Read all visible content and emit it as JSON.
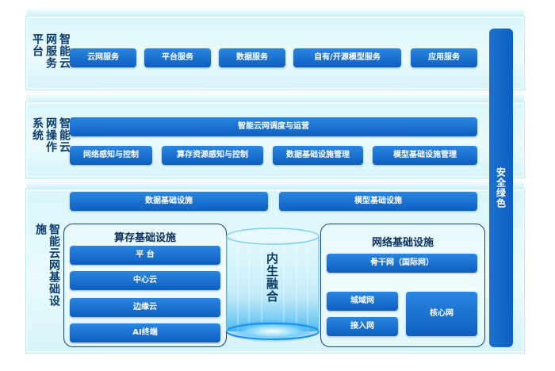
{
  "security_bar": "安全绿色",
  "layer1": {
    "label": "智能云网服务平台",
    "services": [
      "云网服务",
      "平台服务",
      "数据服务",
      "自有/开源模型服务",
      "应用服务"
    ]
  },
  "layer2": {
    "label": "智能云网操作系统",
    "top": "智能云网调度与运营",
    "items": [
      "网络感知与控制",
      "算存资源感知与控制",
      "数据基础设施管理",
      "模型基础设施管理"
    ]
  },
  "layer3": {
    "label": "智能云网基础设施",
    "data_infra": "数据基础设施",
    "model_infra": "模型基础设施",
    "compute": {
      "title": "算存基础设施",
      "items": [
        "平 台",
        "中心云",
        "边缘云",
        "AI终端"
      ]
    },
    "fusion": "内生融合",
    "network": {
      "title": "网络基础设施",
      "backbone": "骨干网（国际网）",
      "metro": "城域网",
      "access": "接入网",
      "core": "核心网"
    }
  }
}
